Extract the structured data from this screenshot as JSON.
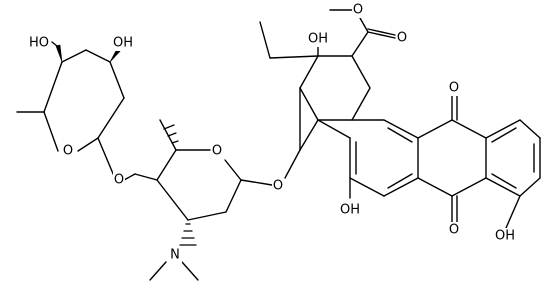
{
  "labels": {
    "sugar_a_hydroxyl_left": "HO",
    "sugar_a_hydroxyl_right": "OH",
    "sugar_a_ring_oxygen": "O",
    "glycosidic_oxygen_1": "O",
    "sugar_b_ring_oxygen": "O",
    "amine_nitrogen": "N",
    "glycosidic_oxygen_2": "O",
    "tertiary_hydroxyl": "OH",
    "ester_oxygen": "O",
    "carbonyl_oxygen": "O",
    "phenol_hydroxyl_middle": "OH",
    "quinone_oxygen_top": "O",
    "quinone_oxygen_bottom": "O",
    "phenol_hydroxyl_bottom": "OH"
  },
  "colors": {
    "ink": "#000000",
    "background": "#ffffff"
  }
}
